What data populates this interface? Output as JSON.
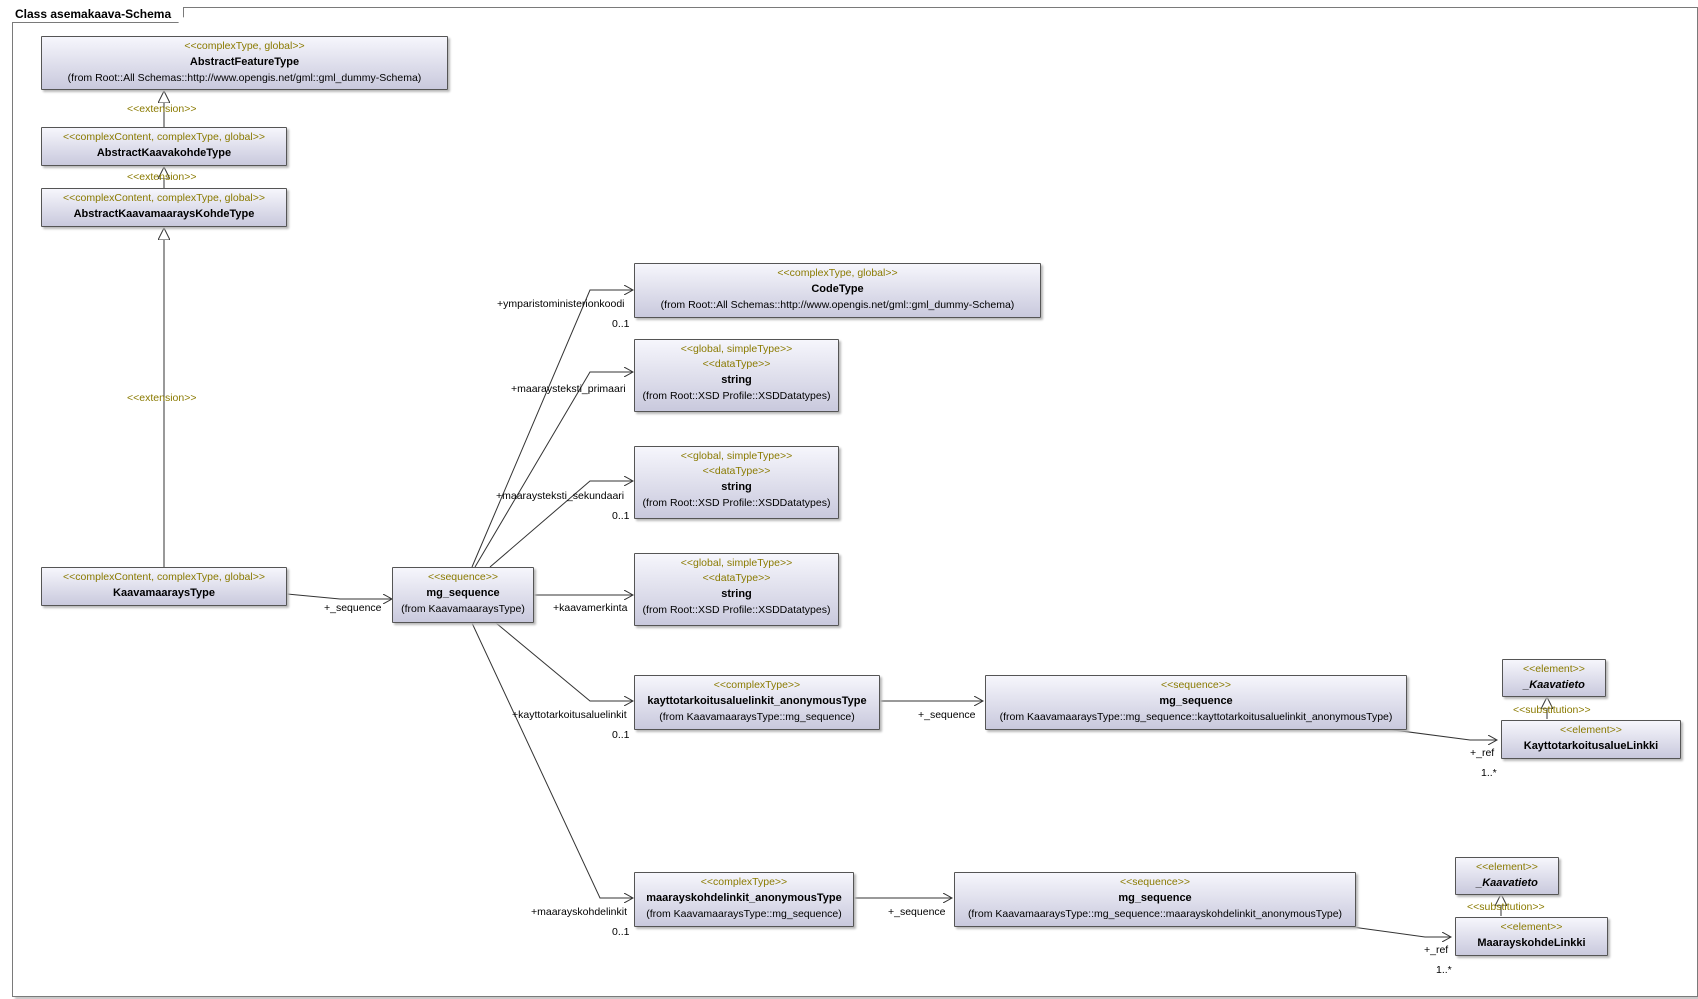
{
  "frame_title": "Class asemakaava-Schema",
  "boxes": {
    "abstract_feature": {
      "stereotype": "<<complexType, global>>",
      "name": "AbstractFeatureType",
      "from": "(from Root::All Schemas::http://www.opengis.net/gml::gml_dummy-Schema)"
    },
    "abstract_kaavakohde": {
      "stereotype": "<<complexContent, complexType, global>>",
      "name": "AbstractKaavakohdeType"
    },
    "abstract_kaavamaarayskohde": {
      "stereotype": "<<complexContent, complexType, global>>",
      "name": "AbstractKaavamaaraysKohdeType"
    },
    "kaavamaarays": {
      "stereotype": "<<complexContent, complexType, global>>",
      "name": "KaavamaaraysType"
    },
    "mg_sequence": {
      "stereotype": "<<sequence>>",
      "name": "mg_sequence",
      "from": "(from KaavamaaraysType)"
    },
    "codetype": {
      "stereotype": "<<complexType, global>>",
      "name": "CodeType",
      "from": "(from Root::All Schemas::http://www.opengis.net/gml::gml_dummy-Schema)"
    },
    "string1": {
      "stereotype": "<<global, simpleType>>",
      "stereotype2": "<<dataType>>",
      "name": "string",
      "from": "(from Root::XSD Profile::XSDDatatypes)"
    },
    "string2": {
      "stereotype": "<<global, simpleType>>",
      "stereotype2": "<<dataType>>",
      "name": "string",
      "from": "(from Root::XSD Profile::XSDDatatypes)"
    },
    "string3": {
      "stereotype": "<<global, simpleType>>",
      "stereotype2": "<<dataType>>",
      "name": "string",
      "from": "(from Root::XSD Profile::XSDDatatypes)"
    },
    "kayttotarkoitus_anon": {
      "stereotype": "<<complexType>>",
      "name": "kayttotarkoitusaluelinkit_anonymousType",
      "from": "(from KaavamaaraysType::mg_sequence)"
    },
    "kayttotarkoitus_seq": {
      "stereotype": "<<sequence>>",
      "name": "mg_sequence",
      "from": "(from KaavamaaraysType::mg_sequence::kayttotarkoitusaluelinkit_anonymousType)"
    },
    "kaavatieto1": {
      "stereotype": "<<element>>",
      "name": "_Kaavatieto"
    },
    "kayttotarkoitus_linkki": {
      "stereotype": "<<element>>",
      "name": "KayttotarkoitusalueLinkki"
    },
    "maarayskohde_anon": {
      "stereotype": "<<complexType>>",
      "name": "maarayskohdelinkit_anonymousType",
      "from": "(from KaavamaaraysType::mg_sequence)"
    },
    "maarayskohde_seq": {
      "stereotype": "<<sequence>>",
      "name": "mg_sequence",
      "from": "(from KaavamaaraysType::mg_sequence::maarayskohdelinkit_anonymousType)"
    },
    "kaavatieto2": {
      "stereotype": "<<element>>",
      "name": "_Kaavatieto"
    },
    "maarayskohde_linkki": {
      "stereotype": "<<element>>",
      "name": "MaarayskohdeLinkki"
    }
  },
  "edge_labels": {
    "extension1": "<<extension>>",
    "extension2": "<<extension>>",
    "extension3": "<<extension>>",
    "seq_role": "+_sequence",
    "ymparisto_role": "+ymparistoministerionkoodi",
    "ymparisto_mult": "0..1",
    "primaari_role": "+maaraysteksti_primaari",
    "sekundaari_role": "+maaraysteksti_sekundaari",
    "sekundaari_mult": "0..1",
    "kaavamerkinta_role": "+kaavamerkinta",
    "kaytto_role": "+kayttotarkoitusaluelinkit",
    "kaytto_mult": "0..1",
    "kaytto_seq_role": "+_sequence",
    "kaytto_ref_role": "+_ref",
    "kaytto_ref_mult": "1..*",
    "subst1": "<<substitution>>",
    "maarays_role": "+maarayskohdelinkit",
    "maarays_mult": "0..1",
    "maarays_seq_role": "+_sequence",
    "maarays_ref_role": "+_ref",
    "maarays_ref_mult": "1..*",
    "subst2": "<<substitution>>"
  }
}
